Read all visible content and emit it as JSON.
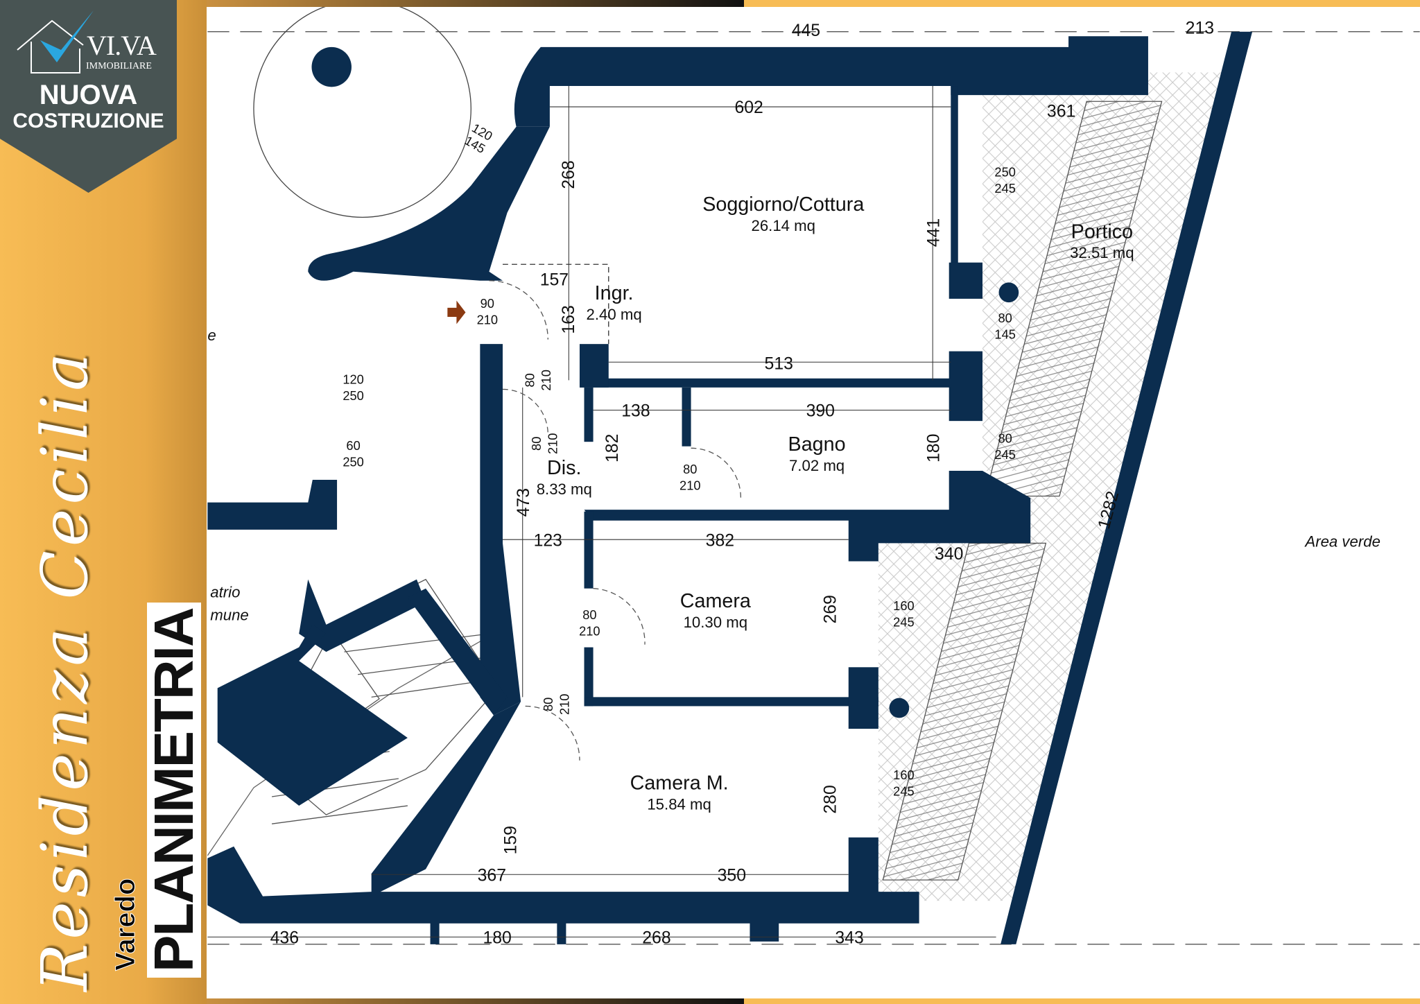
{
  "branding": {
    "logo_name": "VI.VA",
    "logo_sub": "IMMOBILIARE",
    "badge_line1": "NUOVA",
    "badge_line2": "COSTRUZIONE",
    "project_name": "Residenza Cecilia",
    "city": "Varedo",
    "title": "PLANIMETRIA"
  },
  "colors": {
    "wall": "#0b2d4f",
    "gold": "#f2b552",
    "badge": "#485453",
    "check": "#2aa7e0"
  },
  "rooms": [
    {
      "name": "Soggiorno/Cottura",
      "area": "26.14 mq"
    },
    {
      "name": "Ingr.",
      "area": "2.40 mq"
    },
    {
      "name": "Portico",
      "area": "32.51 mq"
    },
    {
      "name": "Bagno",
      "area": "7.02 mq"
    },
    {
      "name": "Dis.",
      "area": "8.33 mq"
    },
    {
      "name": "Camera",
      "area": "10.30 mq"
    },
    {
      "name": "Camera M.",
      "area": "15.84 mq"
    }
  ],
  "labels": {
    "area_verde": "Area verde",
    "atrio": "atrio",
    "comune": "mune",
    "partial_e": "e"
  },
  "dimensions": [
    "602",
    "361",
    "157",
    "513",
    "138",
    "390",
    "123",
    "382",
    "340",
    "367",
    "350",
    "436",
    "180",
    "268",
    "343",
    "445",
    "213",
    "268",
    "441",
    "163",
    "182",
    "180",
    "473",
    "269",
    "280",
    "159",
    "1282"
  ],
  "openings": [
    [
      "120",
      "145"
    ],
    [
      "90",
      "210"
    ],
    [
      "80",
      "210"
    ],
    [
      "120",
      "250"
    ],
    [
      "60",
      "250"
    ],
    [
      "250",
      "245"
    ],
    [
      "80",
      "145"
    ],
    [
      "80",
      "245"
    ],
    [
      "80",
      "210"
    ],
    [
      "80",
      "210"
    ],
    [
      "80",
      "210"
    ],
    [
      "160",
      "245"
    ],
    [
      "160",
      "245"
    ],
    [
      "80",
      "210"
    ]
  ]
}
